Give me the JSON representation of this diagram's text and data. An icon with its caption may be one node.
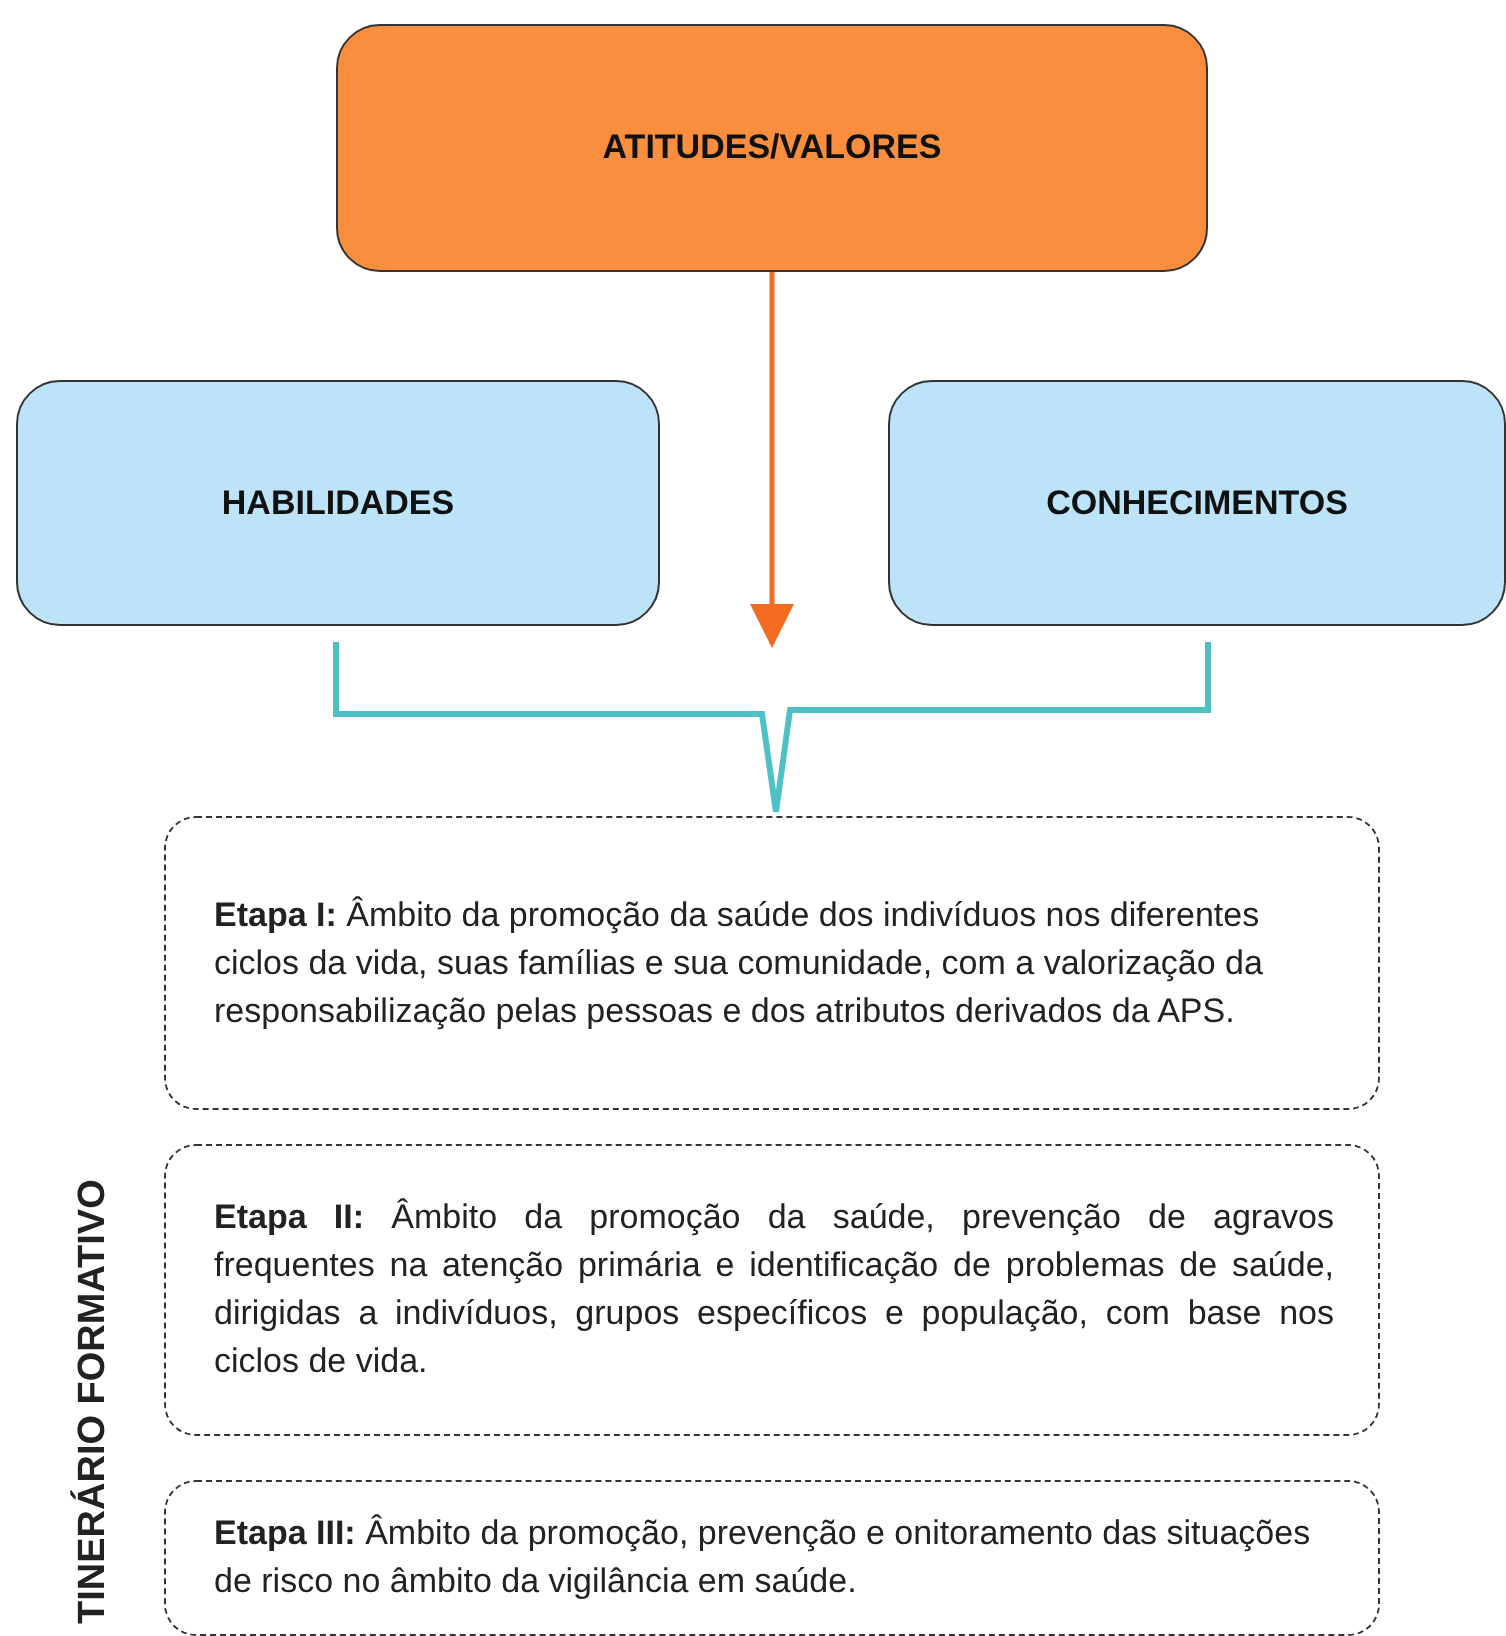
{
  "diagram": {
    "nodes": [
      {
        "text": [
          "ATITUDES/VALORES"
        ]
      },
      {
        "text": [
          "HABILIDADES"
        ]
      },
      {
        "text": [
          "CONHECIMENTOS"
        ]
      },
      {
        "text": [
          "**Etapa I:** Âmbito da promoção da saúde dos indivíduos nos diferentes ciclos da vida, suas famílias e sua comunidade, com a valorização da responsabilização pelas pessoas e dos atributos derivados da APS."
        ]
      },
      {
        "text": [
          "**Etapa II:** Âmbito da promoção da saúde, prevenção de agravos frequentes na atenção primária e identificação de problemas de saúde, dirigidas a indivíduos, grupos específicos e população, com base nos ciclos de vida."
        ]
      },
      {
        "text": [
          "**Etapa III:** Âmbito da promoção, prevenção e onitoramento das situações de risco no âmbito da vigilância em saúde."
        ]
      }
    ],
    "edges": [
      {
        "from": 0,
        "to": null,
        "arrow": "to",
        "color": "#f26b21"
      },
      {
        "from": 1,
        "to": 3,
        "arrow": "none",
        "color": "#4fc1c6"
      },
      {
        "from": 2,
        "to": 3,
        "arrow": "none",
        "color": "#4fc1c6"
      }
    ],
    "labels": [
      "TINERÁRIO FORMATIVO"
    ]
  }
}
